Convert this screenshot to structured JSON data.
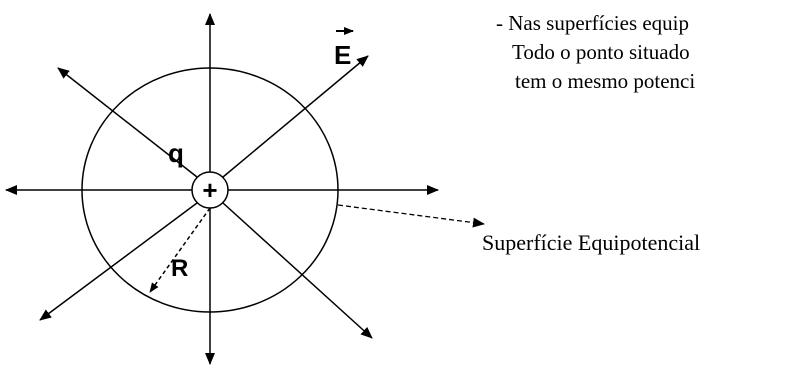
{
  "diagram": {
    "charge_sign": "+",
    "charge_label": "q",
    "field_label": "E",
    "radius_label": "R",
    "surface_label": "Superfície Equipotencial",
    "note": {
      "line1": "- Nas superfícies equip",
      "line2": "Todo o ponto situado",
      "line3": "tem o mesmo potenci"
    },
    "colors": {
      "ink": "#000000",
      "background": "#ffffff"
    }
  }
}
